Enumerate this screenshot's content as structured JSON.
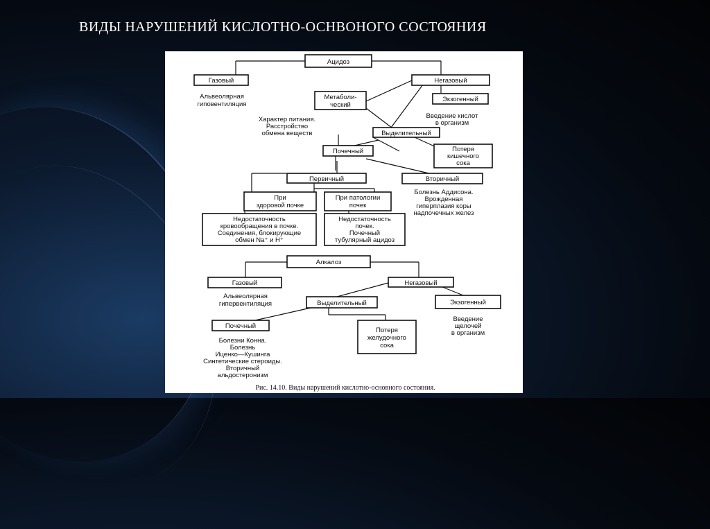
{
  "slide": {
    "title": "ВИДЫ НАРУШЕНИЙ КИСЛОТНО-ОСНВОНОГО СОСТОЯНИЯ"
  },
  "figure": {
    "acidosis": {
      "root": "Ацидоз",
      "gas": "Газовый",
      "gas_desc": [
        "Альвеолярная",
        "гиповентиляция"
      ],
      "nongas": "Негазовый",
      "metabolic": [
        "Метаболи-",
        "ческий"
      ],
      "metabolic_desc": [
        "Характер питания.",
        "Расстройство",
        "обмена веществ"
      ],
      "exogenous": "Экзогенный",
      "exogenous_desc": [
        "Введение кислот",
        "в организм"
      ],
      "excretory": "Выделительный",
      "renal": "Почечный",
      "intestinal_loss": [
        "Потеря",
        "кишечного",
        "сока"
      ],
      "primary": "Первичный",
      "secondary": "Вторичный",
      "secondary_desc": [
        "Болезнь Аддисона.",
        "Врожденная",
        "гиперплазия коры",
        "надпочечных желез"
      ],
      "healthy_kidney": [
        "При",
        "здоровой почке"
      ],
      "kidney_pathology": [
        "При патологии",
        "почек"
      ],
      "healthy_desc": [
        "Недостаточность",
        "кровообращения в почке.",
        "Соединения, блокирующие",
        "обмен Na⁺ и H⁺"
      ],
      "pathology_desc": [
        "Недостаточность",
        "почек.",
        "Почечный",
        "тубулярный ацидоз"
      ]
    },
    "alkalosis": {
      "root": "Алкалоз",
      "gas": "Газовый",
      "gas_desc": [
        "Альвеолярная",
        "гипервентиляция"
      ],
      "nongas": "Негазовый",
      "excretory": "Выделительный",
      "exogenous": "Экзогенный",
      "exogenous_desc": [
        "Введение",
        "щелочей",
        "в организм"
      ],
      "renal": "Почечный",
      "renal_desc": [
        "Болезни Конна.",
        "Болезнь",
        "Иценко—Кушинга",
        "Синтетические стероиды.",
        "Вторичный",
        "альдостеронизм"
      ],
      "gastric_loss": [
        "Потеря",
        "желудочного",
        "сока"
      ]
    },
    "caption": "Рис. 14.10. Виды нарушений кислотно-основного состояния."
  }
}
